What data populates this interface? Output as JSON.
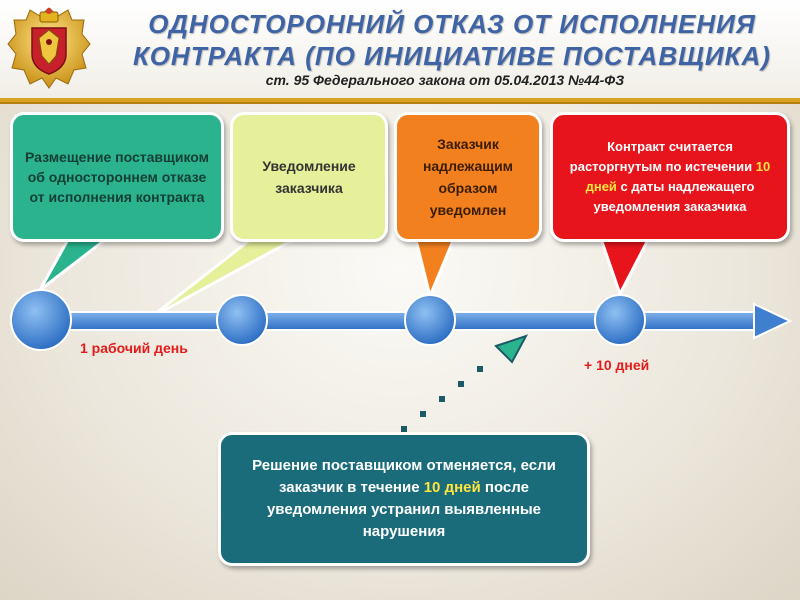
{
  "header": {
    "title_line1": "ОДНОСТОРОННИЙ ОТКАЗ ОТ ИСПОЛНЕНИЯ",
    "title_line2": "КОНТРАКТА (ПО ИНИЦИАТИВЕ ПОСТАВЩИКА)",
    "subtitle": "ст. 95 Федерального закона от 05.04.2013 №44-ФЗ"
  },
  "bubbles": {
    "supplier_placement": "Размещение поставщиком об одностороннем отказе от исполнения контракта",
    "customer_notice": "Уведомление заказчика",
    "customer_notified": "Заказчик надлежащим образом уведомлен",
    "contract_terminated": {
      "before": "Контракт считается расторгнутым по истечении ",
      "highlight": "10 дней",
      "after": " с даты надлежащего уведомления заказчика"
    },
    "decision_cancelled": {
      "before": "Решение поставщиком отменяется, если заказчик в течение ",
      "highlight": "10 дней",
      "after": " после уведомления устранил выявленные нарушения"
    }
  },
  "timeline": {
    "label_one_day": "1 рабочий день",
    "label_ten_days": "+ 10 дней"
  },
  "colors": {
    "title": "#3f64a6",
    "teal": "#2bb38e",
    "yellow": "#e6f09a",
    "orange": "#f2801f",
    "red": "#e8141c",
    "dark_teal": "#1b6c7a",
    "timeline_blue": "#3f7fd0",
    "accent_red": "#e41b1b",
    "highlight_yellow": "#ffe43d"
  },
  "icons": {
    "crest": "coat-of-arms-icon"
  }
}
